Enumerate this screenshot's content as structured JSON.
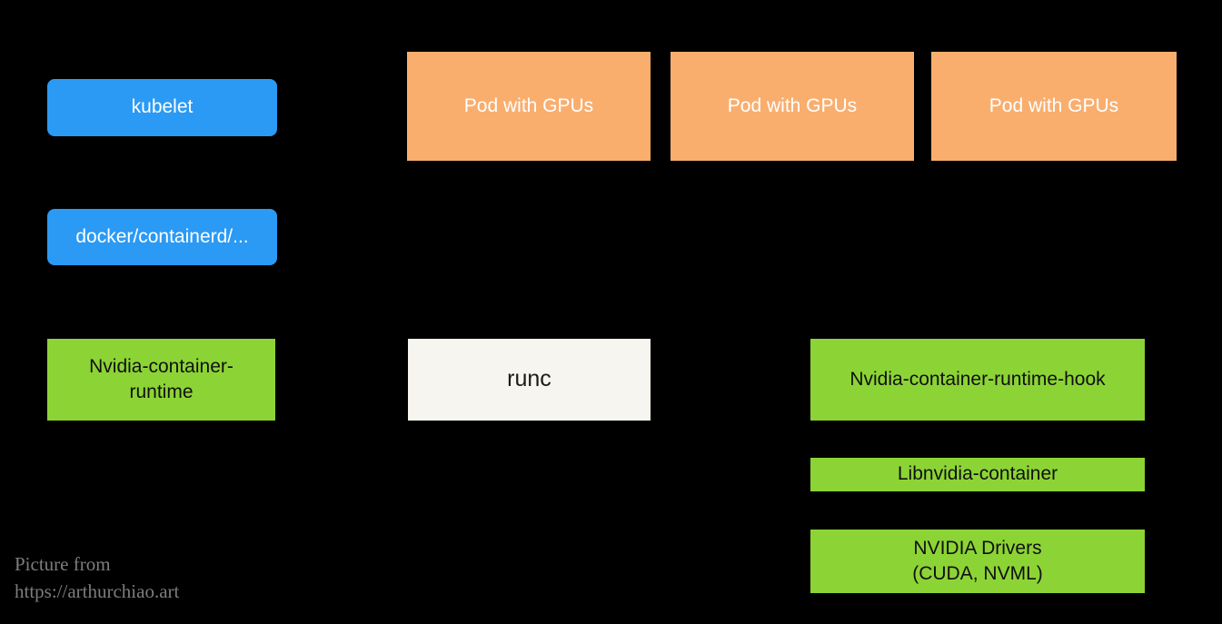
{
  "canvas": {
    "background_color": "#000000"
  },
  "colors": {
    "kubernetes_component_blue": "#2B9AF4",
    "pod_orange": "#F9AE6E",
    "nvidia_component_green": "#8CD435",
    "runc_offwhite": "#F7F5F0",
    "credit_text_gray": "#7D7D7D",
    "light_text": "#ffffff",
    "dark_text": "#101010"
  },
  "nodes": {
    "kubelet": {
      "label": "kubelet"
    },
    "container_runtime": {
      "label": "docker/containerd/..."
    },
    "nvidia_container_runtime": {
      "label": "Nvidia-container-runtime"
    },
    "pod_1": {
      "label": "Pod with GPUs"
    },
    "pod_2": {
      "label": "Pod with GPUs"
    },
    "pod_3": {
      "label": "Pod with GPUs"
    },
    "runc": {
      "label": "runc"
    },
    "nvidia_container_runtime_hook": {
      "label": "Nvidia-container-runtime-hook"
    },
    "libnvidia_container": {
      "label": "Libnvidia-container"
    },
    "nvidia_drivers": {
      "line1": "NVIDIA Drivers",
      "line2": "(CUDA, NVML)"
    }
  },
  "footer": {
    "line1": "Picture from",
    "line2": "https://arthurchiao.art"
  }
}
